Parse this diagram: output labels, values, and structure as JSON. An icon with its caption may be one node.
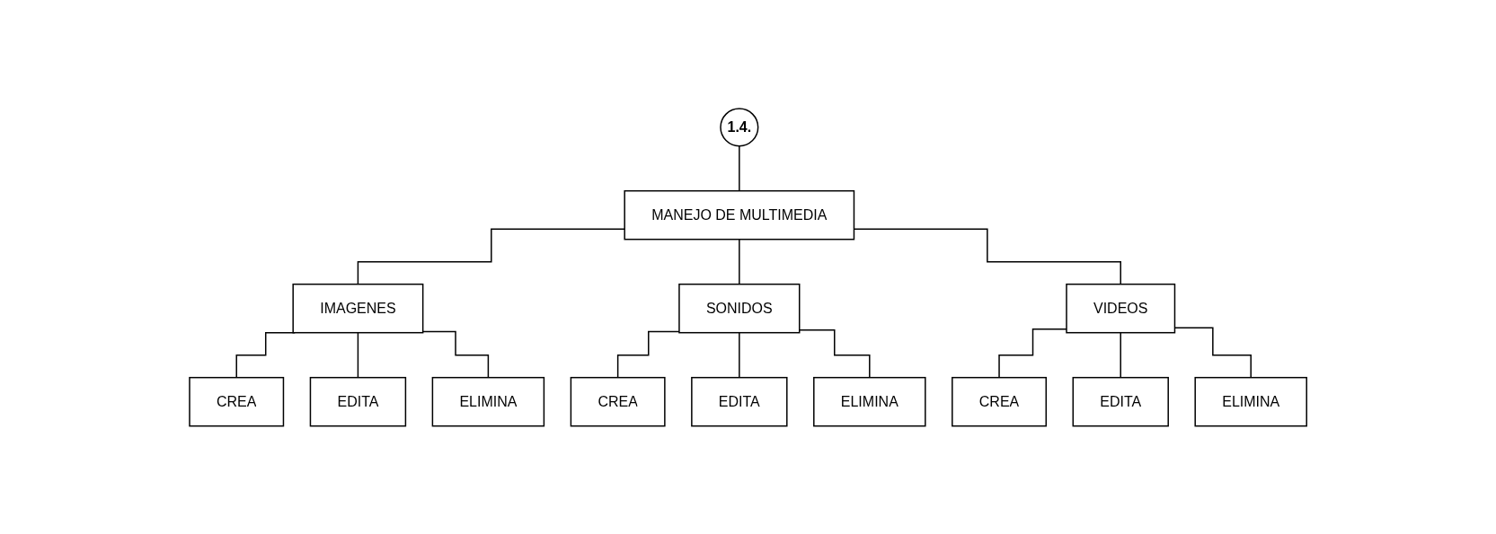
{
  "diagram": {
    "nodes": [
      {
        "text": [
          "1.4."
        ]
      },
      {
        "text": [
          "MANEJO DE MULTIMEDIA"
        ]
      },
      {
        "text": [
          "IMAGENES"
        ]
      },
      {
        "text": [
          "SONIDOS"
        ]
      },
      {
        "text": [
          "VIDEOS"
        ]
      },
      {
        "text": [
          "CREA"
        ]
      },
      {
        "text": [
          "EDITA"
        ]
      },
      {
        "text": [
          "ELIMINA"
        ]
      },
      {
        "text": [
          "CREA"
        ]
      },
      {
        "text": [
          "EDITA"
        ]
      },
      {
        "text": [
          "ELIMINA"
        ]
      },
      {
        "text": [
          "CREA"
        ]
      },
      {
        "text": [
          "EDITA"
        ]
      },
      {
        "text": [
          "ELIMINA"
        ]
      }
    ],
    "edges": [
      {
        "from": 0,
        "to": 1,
        "arrow": "none"
      },
      {
        "from": 1,
        "to": 2,
        "arrow": "none"
      },
      {
        "from": 1,
        "to": 3,
        "arrow": "none"
      },
      {
        "from": 1,
        "to": 4,
        "arrow": "none"
      },
      {
        "from": 2,
        "to": 5,
        "arrow": "none"
      },
      {
        "from": 2,
        "to": 6,
        "arrow": "none"
      },
      {
        "from": 2,
        "to": 7,
        "arrow": "none"
      },
      {
        "from": 3,
        "to": 8,
        "arrow": "none"
      },
      {
        "from": 3,
        "to": 9,
        "arrow": "none"
      },
      {
        "from": 3,
        "to": 10,
        "arrow": "none"
      },
      {
        "from": 4,
        "to": 11,
        "arrow": "none"
      },
      {
        "from": 4,
        "to": 12,
        "arrow": "none"
      },
      {
        "from": 4,
        "to": 13,
        "arrow": "none"
      }
    ]
  }
}
